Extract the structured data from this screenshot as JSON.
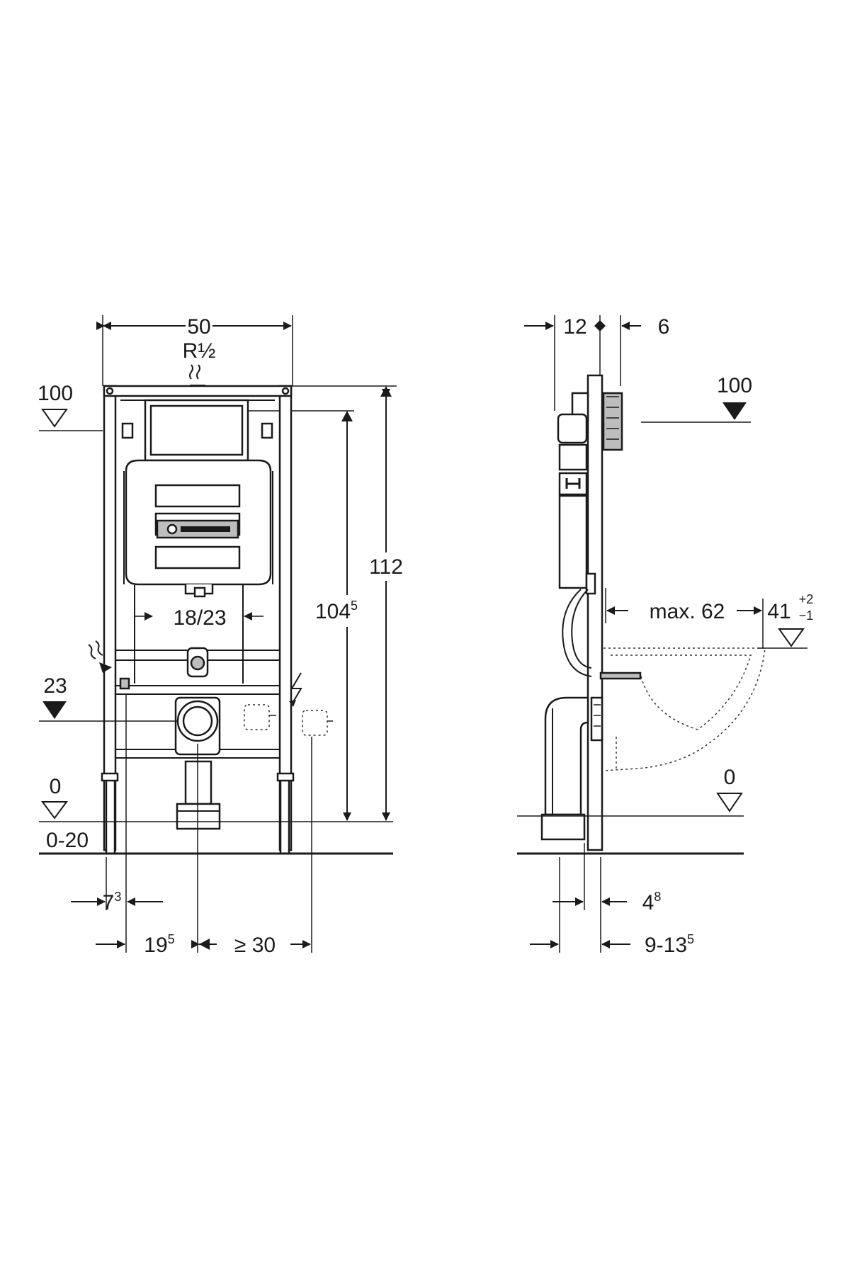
{
  "front_view": {
    "width_50": "50",
    "thread_r": "R½",
    "level_100": "100",
    "height_112": "112",
    "height_104": "104",
    "height_104_sup": "5",
    "spacing_18_23": "18/23",
    "level_23": "23",
    "level_0": "0",
    "range_0_20": "0-20",
    "dim_7": "7",
    "dim_7_sup": "3",
    "dim_19": "19",
    "dim_19_sup": "5",
    "dim_ge30": "≥ 30"
  },
  "side_view": {
    "dim_12": "12",
    "dim_6": "6",
    "level_100": "100",
    "max_62": "max. 62",
    "dim_41": "41",
    "tol_plus": "+2",
    "tol_minus": "−1",
    "level_0": "0",
    "dim_4": "4",
    "dim_4_sup": "8",
    "dim_9_13": "9-13",
    "dim_9_13_sup": "5"
  },
  "icons": [
    "arrow-icon",
    "water-inlet-icon",
    "electric-icon",
    "socket-box-icon",
    "level-marker-icon",
    "brand-logo"
  ]
}
